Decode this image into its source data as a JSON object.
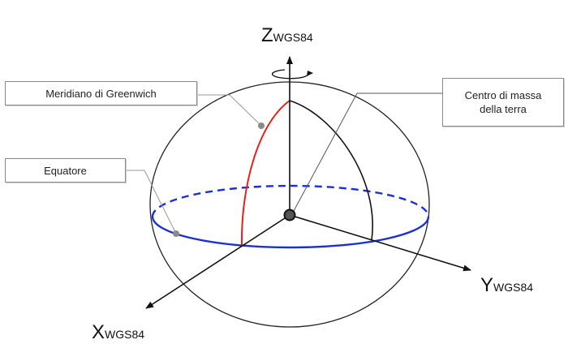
{
  "labels": {
    "meridian": "Meridiano di Greenwich",
    "equator": "Equatore",
    "center_line1": "Centro di massa",
    "center_line2": "della terra"
  },
  "axes": {
    "z": {
      "main": "Z",
      "sub": "WGS84"
    },
    "y": {
      "main": "Y",
      "sub": "WGS84"
    },
    "x": {
      "main": "X",
      "sub": "WGS84"
    }
  },
  "colors": {
    "outline": "#222222",
    "meridian": "#e8201c",
    "equator": "#1a2fd6",
    "leader": "#9a9a9a",
    "marker": "#8a8a8a"
  }
}
